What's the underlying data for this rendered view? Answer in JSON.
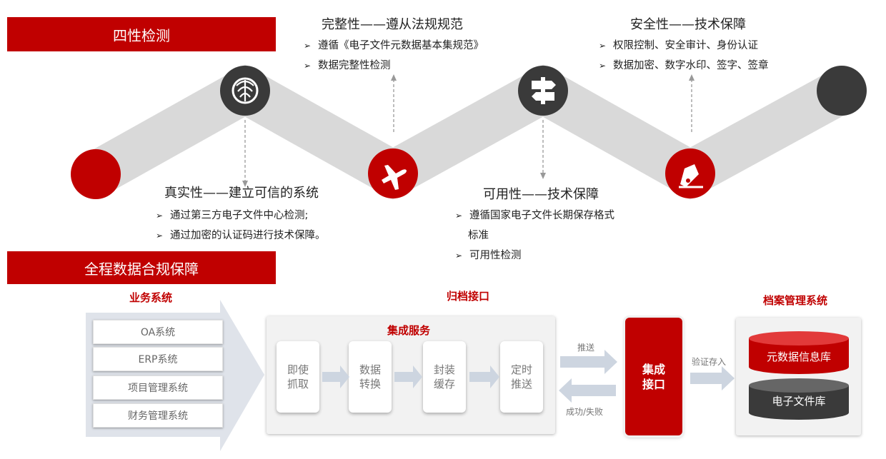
{
  "top": {
    "banner": "四性检测",
    "features": [
      {
        "title": "真实性——建立可信的系统",
        "bullets": [
          "通过第三方电子文件中心检测;",
          "通过加密的认证码进行技术保障。"
        ]
      },
      {
        "title": "完整性——遵从法规规范",
        "bullets": [
          "遵循《电子文件元数据基本集规范》",
          "数据完整性检测"
        ]
      },
      {
        "title": "可用性——技术保障",
        "bullets": [
          "遵循国家电子文件长期保存格式",
          "标准",
          "可用性检测"
        ]
      },
      {
        "title": "安全性——技术保障",
        "bullets": [
          "权限控制、安全审计、身份认证",
          "数据加密、数字水印、签字、签章"
        ]
      }
    ],
    "icons": [
      "start-dot",
      "fingerprint-icon",
      "airplane-icon",
      "signpost-icon",
      "pen-icon",
      "end-dot"
    ],
    "colors": {
      "accent": "#c00000",
      "dark": "#3a3a3a",
      "band": "#d9d9d9"
    }
  },
  "bottom": {
    "banner": "全程数据合规保障",
    "business": {
      "title": "业务系统",
      "items": [
        "OA系统",
        "ERP系统",
        "项目管理系统",
        "财务管理系统"
      ]
    },
    "interface": {
      "title": "归档接口",
      "panel_title": "集成服务",
      "steps": [
        {
          "line1": "即使",
          "line2": "抓取"
        },
        {
          "line1": "数据",
          "line2": "转换"
        },
        {
          "line1": "封装",
          "line2": "缓存"
        },
        {
          "line1": "定时",
          "line2": "推送"
        }
      ],
      "push_label": "推送",
      "result_label": "成功/失败"
    },
    "integration": {
      "line1": "集成",
      "line2": "接口",
      "verify_label": "验证存入"
    },
    "archive": {
      "title": "档案管理系统",
      "dbs": [
        "元数据信息库",
        "电子文件库"
      ]
    }
  }
}
